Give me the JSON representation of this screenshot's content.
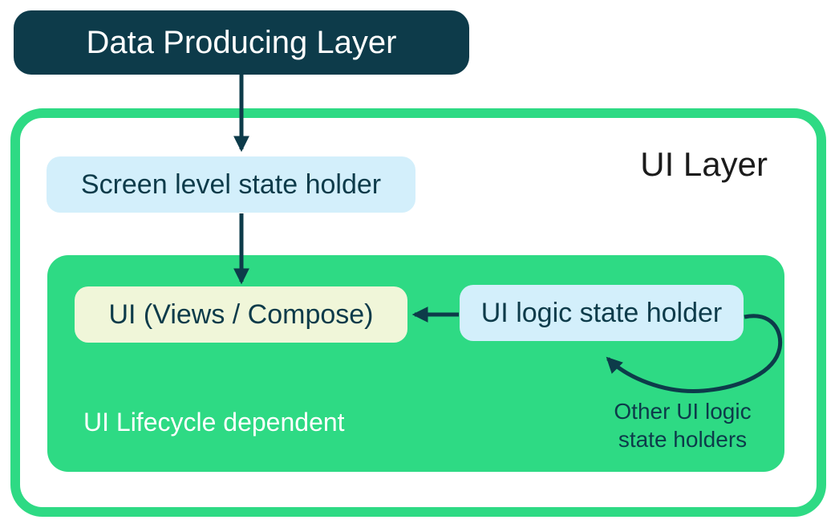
{
  "diagram": {
    "data_producing_layer": "Data Producing Layer",
    "ui_layer": "UI Layer",
    "screen_level_state_holder": "Screen level state holder",
    "ui_views_compose": "UI (Views / Compose)",
    "ui_logic_state_holder": "UI logic state holder",
    "other_ui_logic_state_holders": "Other UI logic state holders",
    "ui_lifecycle_dependent": "UI Lifecycle dependent"
  },
  "colors": {
    "dark-teal": "#0d3b4a",
    "green": "#2eda84",
    "light-blue": "#d3effb",
    "cream": "#f0f6d9",
    "arrow": "#0d3b4a",
    "ui-layer-text": "#1b1b1b",
    "white": "#ffffff"
  }
}
